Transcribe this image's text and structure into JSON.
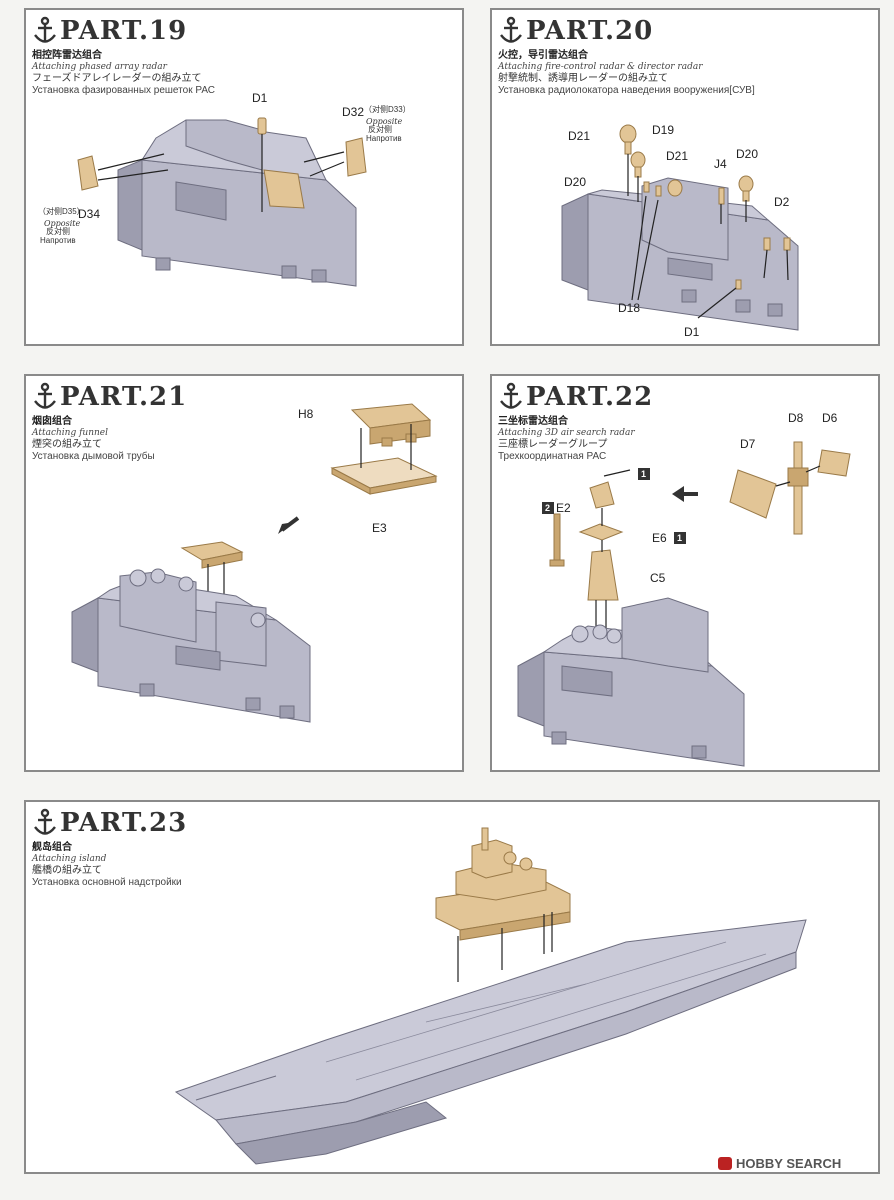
{
  "parts": [
    {
      "title": "PART.19",
      "cn": "相控阵雷达组合",
      "en": "Attaching phased array radar",
      "jp": "フェーズドアレイレーダーの組み立て",
      "ru": "Установка фазированных решеток РАС"
    },
    {
      "title": "PART.20",
      "cn": "火控，导引雷达组合",
      "en": "Attaching fire-control radar & director radar",
      "jp": "射撃統制、誘導用レーダーの組み立て",
      "ru": "Установка радиолокатора наведения вооружения[СУВ]"
    },
    {
      "title": "PART.21",
      "cn": "烟囱组合",
      "en": "Attaching funnel",
      "jp": "煙突の組み立て",
      "ru": "Установка дымовой трубы"
    },
    {
      "title": "PART.22",
      "cn": "三坐标雷达组合",
      "en": "Attaching 3D air search radar",
      "jp": "三座標レーダーグループ",
      "ru": "Трехкоординатная РАС"
    },
    {
      "title": "PART.23",
      "cn": "舰岛组合",
      "en": "Attaching island",
      "jp": "艦橋の組み立て",
      "ru": "Установка основной надстройки"
    }
  ],
  "p19_labels": {
    "d1": "D1",
    "d32": "D32",
    "d34": "D34",
    "opp_d33": "（对侧D33）",
    "opp_d35": "（对侧D35）",
    "opposite": "Opposite",
    "fan": "反对侧",
    "naprotiv": "Напротив"
  },
  "p20_labels": {
    "d21a": "D21",
    "d19": "D19",
    "d21b": "D21",
    "j4": "J4",
    "d20a": "D20",
    "d20b": "D20",
    "d2": "D2",
    "d18": "D18",
    "d1": "D1"
  },
  "p21_labels": {
    "h8": "H8",
    "e3": "E3"
  },
  "p22_labels": {
    "d8": "D8",
    "d6": "D6",
    "d7": "D7",
    "e2": "E2",
    "e6": "E6",
    "c5": "C5",
    "step1": "1",
    "step2": "2",
    "step1b": "1"
  },
  "watermark": "HOBBY SEARCH"
}
